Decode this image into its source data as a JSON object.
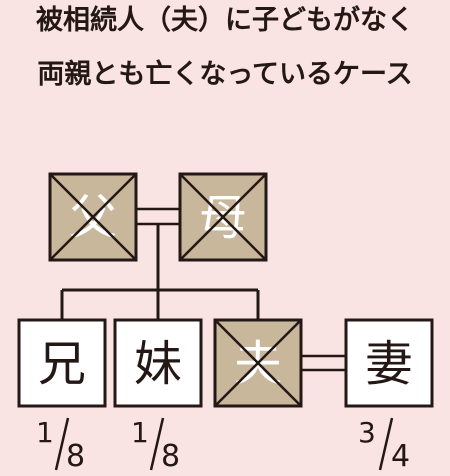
{
  "title": {
    "line1": "被相続人（夫）に子どもがなく",
    "line2": "両親とも亡くなっているケース"
  },
  "people": {
    "father": "父",
    "mother": "母",
    "brother": "兄",
    "sister": "妹",
    "husband": "夫",
    "wife": "妻"
  },
  "shares": {
    "brother": {
      "num": "1",
      "den": "8"
    },
    "sister": {
      "num": "1",
      "den": "8"
    },
    "wife": {
      "num": "3",
      "den": "4"
    }
  },
  "colors": {
    "background": "#f9e3e3",
    "deceased_fill": "#c9b79c",
    "living_fill": "#ffffff",
    "line": "#231815"
  }
}
